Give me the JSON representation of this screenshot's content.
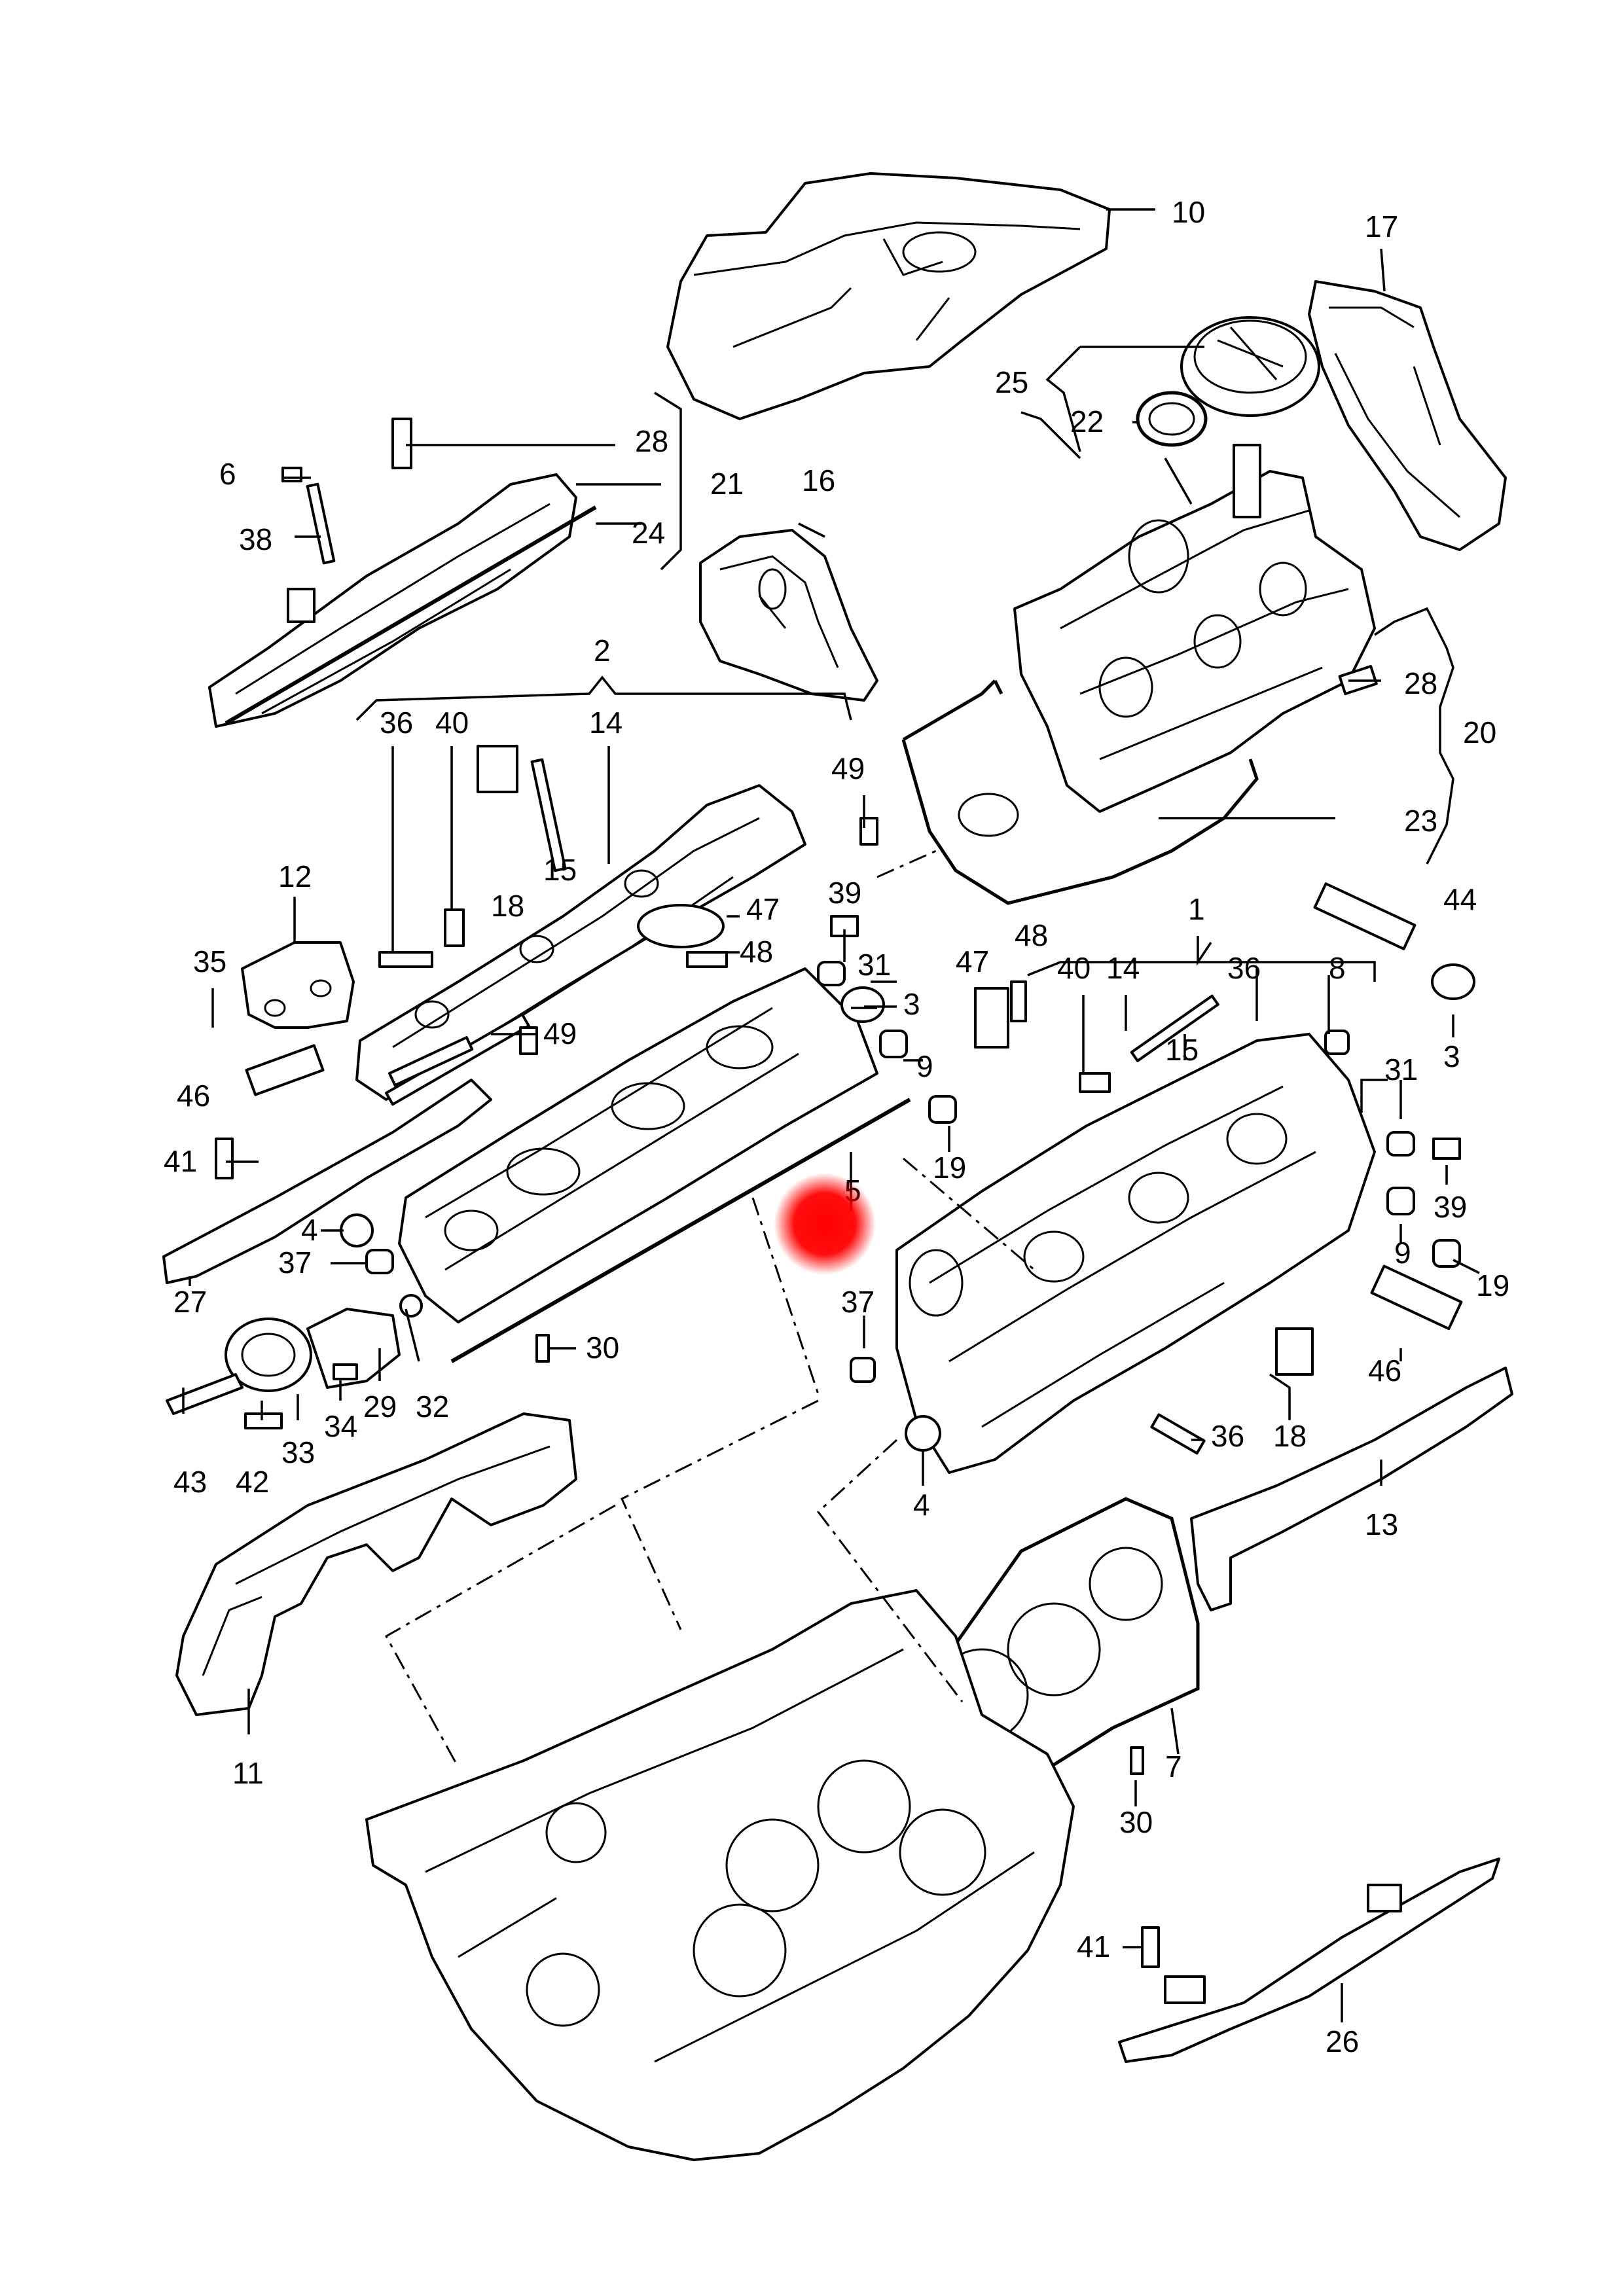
{
  "marker": {
    "color": "#ff0000"
  },
  "callouts": {
    "c1": "1",
    "c2": "2",
    "c3a": "3",
    "c3b": "3",
    "c4a": "4",
    "c4b": "4",
    "c5": "5",
    "c6": "6",
    "c7": "7",
    "c8": "8",
    "c9a": "9",
    "c9b": "9",
    "c10": "10",
    "c11": "11",
    "c12": "12",
    "c13": "13",
    "c14a": "14",
    "c14b": "14",
    "c15a": "15",
    "c15b": "15",
    "c16": "16",
    "c17": "17",
    "c18a": "18",
    "c18b": "18",
    "c19a": "19",
    "c19b": "19",
    "c20": "20",
    "c21": "21",
    "c22": "22",
    "c23": "23",
    "c24": "24",
    "c25": "25",
    "c26": "26",
    "c27": "27",
    "c28a": "28",
    "c28b": "28",
    "c29": "29",
    "c30a": "30",
    "c30b": "30",
    "c31a": "31",
    "c31b": "31",
    "c32": "32",
    "c33": "33",
    "c34": "34",
    "c35": "35",
    "c36a": "36",
    "c36b": "36",
    "c36c": "36",
    "c37a": "37",
    "c37b": "37",
    "c38": "38",
    "c39a": "39",
    "c39b": "39",
    "c40a": "40",
    "c40b": "40",
    "c41a": "41",
    "c41b": "41",
    "c42": "42",
    "c43": "43",
    "c44": "44",
    "c46a": "46",
    "c46b": "46",
    "c47a": "47",
    "c47b": "47",
    "c48a": "48",
    "c48b": "48",
    "c49a": "49",
    "c49b": "49"
  }
}
